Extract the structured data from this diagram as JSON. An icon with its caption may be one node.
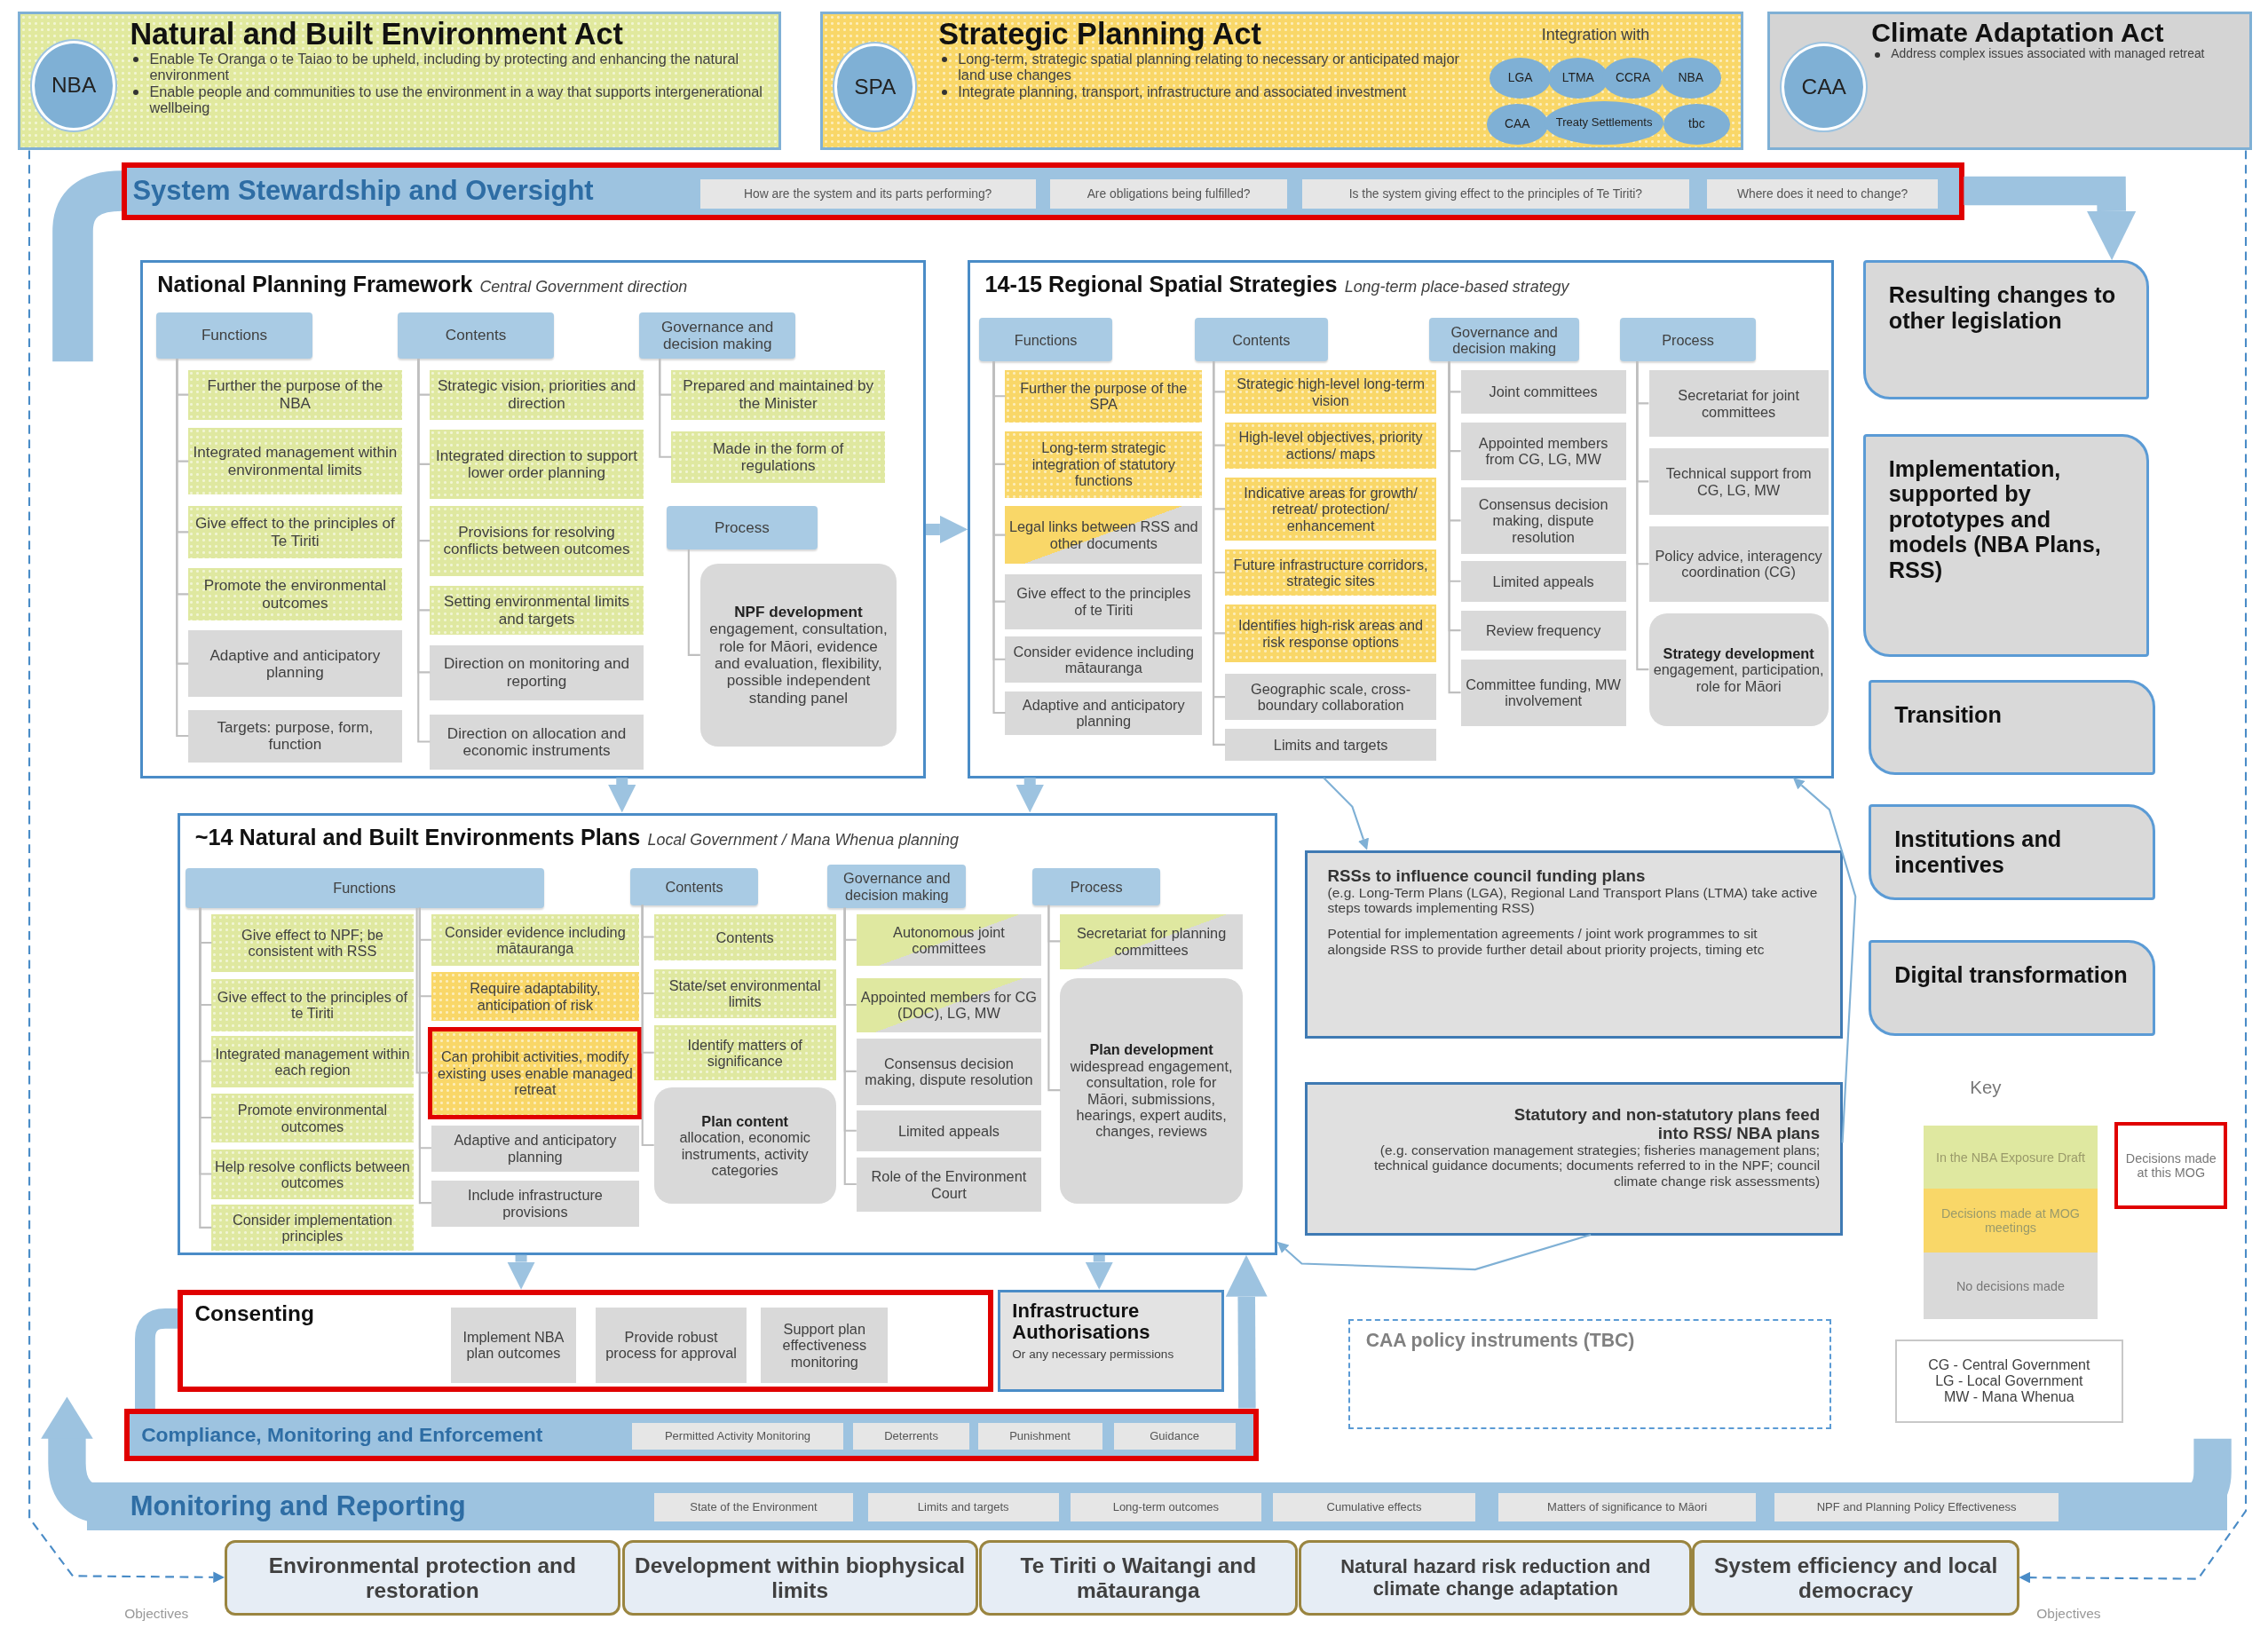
{
  "diagram": {
    "nodes": [
      {
        "text": [
          "Natural and Built Environment Act",
          "Enable Te Oranga o te Taiao to be upheld, including by protecting and enhancing the natural environment",
          "Enable people and communities to use the environment in a way that supports intergenerational wellbeing"
        ]
      },
      {
        "text": [
          "NBA"
        ],
        "in": 0
      },
      {
        "text": [
          "Strategic Planning Act",
          "Long-term, strategic spatial planning relating to necessary or anticipated major land use changes",
          "Integrate planning, transport, infrastructure and associated investment",
          "Integration with"
        ]
      },
      {
        "text": [
          "SPA"
        ],
        "in": 2
      },
      {
        "text": [
          "LGA"
        ],
        "in": 2
      },
      {
        "text": [
          "LTMA"
        ],
        "in": 2
      },
      {
        "text": [
          "CCRA"
        ],
        "in": 2
      },
      {
        "text": [
          "NBA"
        ],
        "in": 2
      },
      {
        "text": [
          "CAA"
        ],
        "in": 2
      },
      {
        "text": [
          "Treaty Settlements"
        ],
        "in": 2
      },
      {
        "text": [
          "tbc"
        ],
        "in": 2
      },
      {
        "text": [
          "Climate Adaptation Act",
          "Address complex issues associated with managed retreat"
        ]
      },
      {
        "text": [
          "CAA"
        ],
        "in": 11
      },
      {
        "text": [
          "System Stewardship and Oversight"
        ]
      },
      {
        "text": [
          "How are the system and its parts performing?"
        ],
        "in": 13
      },
      {
        "text": [
          "Are obligations being fulfilled?"
        ],
        "in": 13
      },
      {
        "text": [
          "Is the system giving effect to the principles of Te Tiriti?"
        ],
        "in": 13
      },
      {
        "text": [
          "Where does it need to change?"
        ],
        "in": 13
      },
      {
        "text": [
          "National Planning Framework",
          "Central Government direction"
        ]
      },
      {
        "text": [
          "Functions"
        ],
        "in": 18
      },
      {
        "text": [
          "Contents"
        ],
        "in": 18
      },
      {
        "text": [
          "Governance and decision making"
        ],
        "in": 18
      },
      {
        "text": [
          "Further the purpose of the NBA"
        ],
        "in": 18
      },
      {
        "text": [
          "Integrated management within environmental limits"
        ],
        "in": 18
      },
      {
        "text": [
          "Give effect to the principles of Te Tiriti"
        ],
        "in": 18
      },
      {
        "text": [
          "Promote the environmental outcomes"
        ],
        "in": 18
      },
      {
        "text": [
          "Adaptive and anticipatory planning"
        ],
        "in": 18
      },
      {
        "text": [
          "Targets: purpose, form, function"
        ],
        "in": 18
      },
      {
        "text": [
          "Strategic vision, priorities and direction"
        ],
        "in": 18
      },
      {
        "text": [
          "Integrated direction to support lower order planning"
        ],
        "in": 18
      },
      {
        "text": [
          "Provisions for resolving conflicts between outcomes"
        ],
        "in": 18
      },
      {
        "text": [
          "Setting environmental limits and targets"
        ],
        "in": 18
      },
      {
        "text": [
          "Direction on monitoring and reporting"
        ],
        "in": 18
      },
      {
        "text": [
          "Direction on allocation and economic instruments"
        ],
        "in": 18
      },
      {
        "text": [
          "Prepared and maintained by the Minister"
        ],
        "in": 18
      },
      {
        "text": [
          "Made in the form of regulations"
        ],
        "in": 18
      },
      {
        "text": [
          "Process"
        ],
        "in": 18
      },
      {
        "text": [
          "NPF development",
          "engagement, consultation, role for Māori, evidence and evaluation, flexibility, possible independent standing panel"
        ],
        "in": 18
      },
      {
        "text": [
          "14-15 Regional Spatial Strategies",
          "Long-term place-based strategy"
        ]
      },
      {
        "text": [
          "Functions"
        ],
        "in": 38
      },
      {
        "text": [
          "Contents"
        ],
        "in": 38
      },
      {
        "text": [
          "Governance and decision making"
        ],
        "in": 38
      },
      {
        "text": [
          "Process"
        ],
        "in": 38
      },
      {
        "text": [
          "Further the purpose of the SPA"
        ],
        "in": 38
      },
      {
        "text": [
          "Long-term strategic integration of statutory functions"
        ],
        "in": 38
      },
      {
        "text": [
          "Legal links between RSS and other documents"
        ],
        "in": 38
      },
      {
        "text": [
          "Give effect to the principles of te Tiriti"
        ],
        "in": 38
      },
      {
        "text": [
          "Consider evidence including mātauranga"
        ],
        "in": 38
      },
      {
        "text": [
          "Adaptive and anticipatory planning"
        ],
        "in": 38
      },
      {
        "text": [
          "Strategic high-level long-term vision"
        ],
        "in": 38
      },
      {
        "text": [
          "High-level objectives, priority actions/ maps"
        ],
        "in": 38
      },
      {
        "text": [
          "Indicative areas for growth/ retreat/ protection/ enhancement"
        ],
        "in": 38
      },
      {
        "text": [
          "Future infrastructure corridors, strategic sites"
        ],
        "in": 38
      },
      {
        "text": [
          "Identifies high-risk areas and risk response options"
        ],
        "in": 38
      },
      {
        "text": [
          "Geographic scale, cross-boundary collaboration"
        ],
        "in": 38
      },
      {
        "text": [
          "Limits and targets"
        ],
        "in": 38
      },
      {
        "text": [
          "Joint committees"
        ],
        "in": 38
      },
      {
        "text": [
          "Appointed members from CG, LG, MW"
        ],
        "in": 38
      },
      {
        "text": [
          "Consensus decision making, dispute resolution"
        ],
        "in": 38
      },
      {
        "text": [
          "Limited appeals"
        ],
        "in": 38
      },
      {
        "text": [
          "Review frequency"
        ],
        "in": 38
      },
      {
        "text": [
          "Committee funding, MW involvement"
        ],
        "in": 38
      },
      {
        "text": [
          "Secretariat for joint committees"
        ],
        "in": 38
      },
      {
        "text": [
          "Technical support from CG, LG, MW"
        ],
        "in": 38
      },
      {
        "text": [
          "Policy advice, interagency coordination (CG)"
        ],
        "in": 38
      },
      {
        "text": [
          "Strategy development",
          "engagement, participation, role for Māori"
        ],
        "in": 38
      },
      {
        "text": [
          "~14 Natural and Built Environments Plans",
          "Local Government / Mana Whenua planning"
        ]
      },
      {
        "text": [
          "Functions"
        ],
        "in": 66
      },
      {
        "text": [
          "Contents"
        ],
        "in": 66
      },
      {
        "text": [
          "Governance and decision making"
        ],
        "in": 66
      },
      {
        "text": [
          "Process"
        ],
        "in": 66
      },
      {
        "text": [
          "Give effect to NPF; be consistent with RSS"
        ],
        "in": 66
      },
      {
        "text": [
          "Give effect to the principles of te Tiriti"
        ],
        "in": 66
      },
      {
        "text": [
          "Integrated management within each region"
        ],
        "in": 66
      },
      {
        "text": [
          "Promote environmental outcomes"
        ],
        "in": 66
      },
      {
        "text": [
          "Help resolve conflicts between outcomes"
        ],
        "in": 66
      },
      {
        "text": [
          "Consider implementation principles"
        ],
        "in": 66
      },
      {
        "text": [
          "Consider evidence including mātauranga"
        ],
        "in": 66
      },
      {
        "text": [
          "Require adaptability, anticipation of risk"
        ],
        "in": 66
      },
      {
        "text": [
          "Can prohibit activities, modify existing uses enable managed retreat"
        ],
        "in": 66
      },
      {
        "text": [
          "Adaptive and anticipatory planning"
        ],
        "in": 66
      },
      {
        "text": [
          "Include infrastructure provisions"
        ],
        "in": 66
      },
      {
        "text": [
          "Contents"
        ],
        "in": 66
      },
      {
        "text": [
          "State/set environmental limits"
        ],
        "in": 66
      },
      {
        "text": [
          "Identify matters of significance"
        ],
        "in": 66
      },
      {
        "text": [
          "Plan content",
          "allocation, economic instruments, activity categories"
        ],
        "in": 66
      },
      {
        "text": [
          "Autonomous joint committees"
        ],
        "in": 66
      },
      {
        "text": [
          "Appointed members for CG (DOC), LG, MW"
        ],
        "in": 66
      },
      {
        "text": [
          "Consensus decision making, dispute resolution"
        ],
        "in": 66
      },
      {
        "text": [
          "Limited appeals"
        ],
        "in": 66
      },
      {
        "text": [
          "Role of the Environment Court"
        ],
        "in": 66
      },
      {
        "text": [
          "Secretariat for planning committees"
        ],
        "in": 66
      },
      {
        "text": [
          "Plan development",
          "widespread engagement, consultation, role for Māori, submissions, hearings, expert audits, changes, reviews"
        ],
        "in": 66
      },
      {
        "text": [
          "Consenting"
        ]
      },
      {
        "text": [
          "Implement NBA plan outcomes"
        ],
        "in": 93
      },
      {
        "text": [
          "Provide robust process for approval"
        ],
        "in": 93
      },
      {
        "text": [
          "Support plan effectiveness monitoring"
        ],
        "in": 93
      },
      {
        "text": [
          "Infrastructure Authorisations",
          "Or any necessary permissions"
        ]
      },
      {
        "text": [
          "Compliance, Monitoring and Enforcement"
        ]
      },
      {
        "text": [
          "Permitted Activity Monitoring"
        ],
        "in": 98
      },
      {
        "text": [
          "Deterrents"
        ],
        "in": 98
      },
      {
        "text": [
          "Punishment"
        ],
        "in": 98
      },
      {
        "text": [
          "Guidance"
        ],
        "in": 98
      },
      {
        "text": [
          "Monitoring and Reporting"
        ]
      },
      {
        "text": [
          "State of the Environment"
        ],
        "in": 103
      },
      {
        "text": [
          "Limits and targets"
        ],
        "in": 103
      },
      {
        "text": [
          "Long-term outcomes"
        ],
        "in": 103
      },
      {
        "text": [
          "Cumulative effects"
        ],
        "in": 103
      },
      {
        "text": [
          "Matters of significance to Māori"
        ],
        "in": 103
      },
      {
        "text": [
          "NPF and Planning Policy Effectiveness"
        ],
        "in": 103
      },
      {
        "text": [
          "Environmental protection and restoration"
        ]
      },
      {
        "text": [
          "Development within biophysical limits"
        ]
      },
      {
        "text": [
          "Te Tiriti o Waitangi and mātauranga"
        ]
      },
      {
        "text": [
          "Natural hazard risk reduction and climate change adaptation"
        ]
      },
      {
        "text": [
          "System efficiency and local democracy"
        ]
      },
      {
        "text": [
          "Resulting changes to other legislation"
        ]
      },
      {
        "text": [
          "Implementation, supported by prototypes and models (NBA Plans, RSS)"
        ]
      },
      {
        "text": [
          "Transition"
        ]
      },
      {
        "text": [
          "Institutions and incentives"
        ]
      },
      {
        "text": [
          "Digital transformation"
        ]
      },
      {
        "text": [
          "RSSs to influence council funding plans",
          "(e.g. Long-Term Plans (LGA), Regional Land Transport Plans (LTMA) take active steps towards implementing RSS)",
          "Potential for implementation agreements / joint work programmes to sit alongside RSS to provide further detail about priority projects, timing etc"
        ]
      },
      {
        "text": [
          "Statutory and non-statutory plans feed into RSS/ NBA plans",
          "(e.g. conservation management strategies; fisheries management plans; technical guidance documents; documents referred to in the NPF; council climate change risk assessments)"
        ]
      },
      {
        "text": [
          "CAA policy instruments (TBC)"
        ]
      },
      {
        "text": [
          "CG - Central Government",
          "LG - Local Government",
          "MW - Mana Whenua"
        ]
      }
    ],
    "edges": [
      {
        "from": 18,
        "to": 38,
        "arrow": "to",
        "style": "thick",
        "color": "#9dc3e0"
      },
      {
        "from": 18,
        "to": 66,
        "arrow": "to",
        "style": "thick",
        "color": "#9dc3e0"
      },
      {
        "from": 38,
        "to": 66,
        "arrow": "to",
        "style": "thick",
        "color": "#9dc3e0"
      },
      {
        "from": 66,
        "to": 93,
        "arrow": "to",
        "style": "thick",
        "color": "#9dc3e0"
      },
      {
        "from": 66,
        "to": 97,
        "arrow": "to",
        "style": "thick",
        "color": "#9dc3e0"
      },
      {
        "from": 38,
        "to": 120,
        "arrow": "to",
        "color": "#7fb0d5"
      },
      {
        "from": 121,
        "to": 66,
        "arrow": "to",
        "color": "#7fb0d5"
      },
      {
        "from": 121,
        "to": 38,
        "arrow": "to",
        "color": "#7fb0d5"
      },
      {
        "from": 0,
        "to": 110,
        "arrow": "to",
        "style": "dashed",
        "color": "#4a8cc7"
      },
      {
        "from": 11,
        "to": 114,
        "arrow": "to",
        "style": "dashed",
        "color": "#4a8cc7"
      },
      {
        "from": 19,
        "to": 22,
        "arrow": "none"
      },
      {
        "from": 19,
        "to": 23,
        "arrow": "none"
      },
      {
        "from": 19,
        "to": 24,
        "arrow": "none"
      },
      {
        "from": 19,
        "to": 25,
        "arrow": "none"
      },
      {
        "from": 19,
        "to": 26,
        "arrow": "none"
      },
      {
        "from": 19,
        "to": 27,
        "arrow": "none"
      },
      {
        "from": 20,
        "to": 28,
        "arrow": "none"
      },
      {
        "from": 20,
        "to": 29,
        "arrow": "none"
      },
      {
        "from": 20,
        "to": 30,
        "arrow": "none"
      },
      {
        "from": 20,
        "to": 31,
        "arrow": "none"
      },
      {
        "from": 20,
        "to": 32,
        "arrow": "none"
      },
      {
        "from": 20,
        "to": 33,
        "arrow": "none"
      },
      {
        "from": 21,
        "to": 34,
        "arrow": "none"
      },
      {
        "from": 21,
        "to": 35,
        "arrow": "none"
      },
      {
        "from": 36,
        "to": 37,
        "arrow": "none"
      },
      {
        "from": 39,
        "to": 43,
        "arrow": "none"
      },
      {
        "from": 39,
        "to": 44,
        "arrow": "none"
      },
      {
        "from": 39,
        "to": 45,
        "arrow": "none"
      },
      {
        "from": 39,
        "to": 46,
        "arrow": "none"
      },
      {
        "from": 39,
        "to": 47,
        "arrow": "none"
      },
      {
        "from": 39,
        "to": 48,
        "arrow": "none"
      },
      {
        "from": 40,
        "to": 49,
        "arrow": "none"
      },
      {
        "from": 40,
        "to": 50,
        "arrow": "none"
      },
      {
        "from": 40,
        "to": 51,
        "arrow": "none"
      },
      {
        "from": 40,
        "to": 52,
        "arrow": "none"
      },
      {
        "from": 40,
        "to": 53,
        "arrow": "none"
      },
      {
        "from": 40,
        "to": 54,
        "arrow": "none"
      },
      {
        "from": 40,
        "to": 55,
        "arrow": "none"
      },
      {
        "from": 41,
        "to": 56,
        "arrow": "none"
      },
      {
        "from": 41,
        "to": 57,
        "arrow": "none"
      },
      {
        "from": 41,
        "to": 58,
        "arrow": "none"
      },
      {
        "from": 41,
        "to": 59,
        "arrow": "none"
      },
      {
        "from": 41,
        "to": 60,
        "arrow": "none"
      },
      {
        "from": 41,
        "to": 61,
        "arrow": "none"
      },
      {
        "from": 42,
        "to": 62,
        "arrow": "none"
      },
      {
        "from": 42,
        "to": 63,
        "arrow": "none"
      },
      {
        "from": 42,
        "to": 64,
        "arrow": "none"
      },
      {
        "from": 42,
        "to": 65,
        "arrow": "none"
      },
      {
        "from": 67,
        "to": 71,
        "arrow": "none"
      },
      {
        "from": 67,
        "to": 72,
        "arrow": "none"
      },
      {
        "from": 67,
        "to": 73,
        "arrow": "none"
      },
      {
        "from": 67,
        "to": 74,
        "arrow": "none"
      },
      {
        "from": 67,
        "to": 75,
        "arrow": "none"
      },
      {
        "from": 67,
        "to": 76,
        "arrow": "none"
      },
      {
        "from": 67,
        "to": 77,
        "arrow": "none"
      },
      {
        "from": 67,
        "to": 78,
        "arrow": "none"
      },
      {
        "from": 67,
        "to": 79,
        "arrow": "none"
      },
      {
        "from": 67,
        "to": 80,
        "arrow": "none"
      },
      {
        "from": 67,
        "to": 81,
        "arrow": "none"
      },
      {
        "from": 68,
        "to": 82,
        "arrow": "none"
      },
      {
        "from": 68,
        "to": 83,
        "arrow": "none"
      },
      {
        "from": 68,
        "to": 84,
        "arrow": "none"
      },
      {
        "from": 68,
        "to": 85,
        "arrow": "none"
      },
      {
        "from": 69,
        "to": 86,
        "arrow": "none"
      },
      {
        "from": 69,
        "to": 87,
        "arrow": "none"
      },
      {
        "from": 69,
        "to": 88,
        "arrow": "none"
      },
      {
        "from": 69,
        "to": 89,
        "arrow": "none"
      },
      {
        "from": 69,
        "to": 90,
        "arrow": "none"
      },
      {
        "from": 70,
        "to": 91,
        "arrow": "none"
      },
      {
        "from": 70,
        "to": 92,
        "arrow": "none"
      },
      {
        "from": 98,
        "to": 66,
        "arrow": "to",
        "style": "thick",
        "color": "#9dc3e0"
      },
      {
        "from": 13,
        "to": 115,
        "arrow": "to",
        "style": "thick",
        "color": "#9dc3e0"
      }
    ],
    "labels": [
      "Key",
      "Objectives",
      "Objectives"
    ],
    "legend": [
      {
        "text": "In the NBA Exposure Draft",
        "color": "#dfe8a0"
      },
      {
        "text": "Decisions made at MOG meetings",
        "color": "#f9d768"
      },
      {
        "text": "No decisions made",
        "color": "#d9d9d9"
      },
      {
        "text": "Decisions made at this MOG"
      }
    ]
  }
}
